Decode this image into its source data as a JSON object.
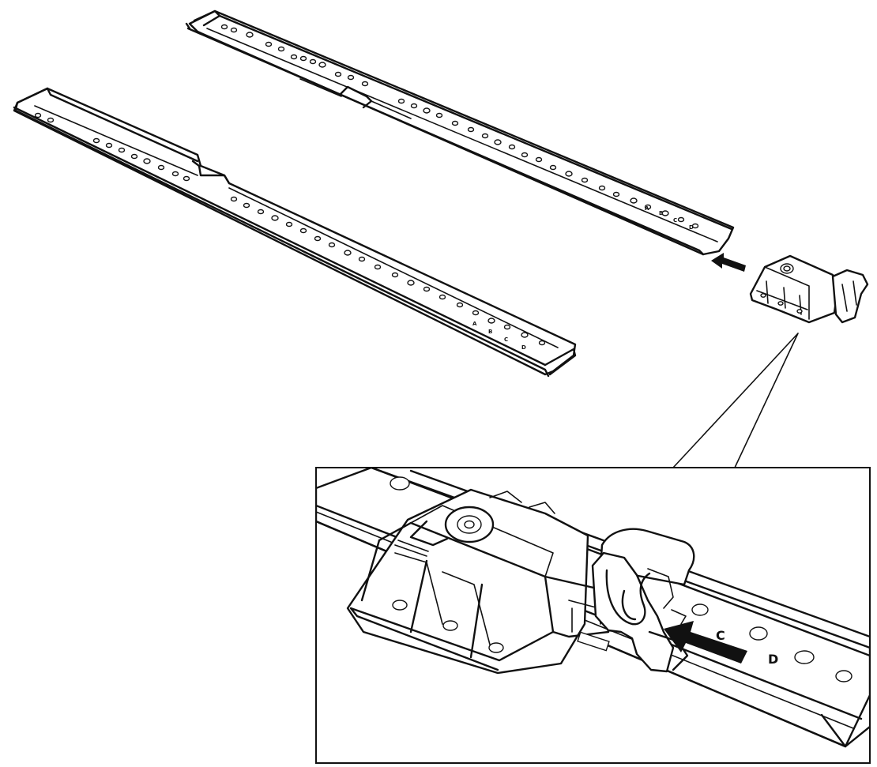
{
  "diagram": {
    "kind": "installation-illustration",
    "parts": [
      "rear-rail",
      "front-rail",
      "rail-bracket"
    ],
    "callout": "detail-inset",
    "arrow_direction": "bracket slides onto rail end",
    "rail_marks": [
      "A",
      "B",
      "C",
      "D"
    ],
    "colors": {
      "line": "#111111",
      "fill": "#ffffff"
    }
  }
}
